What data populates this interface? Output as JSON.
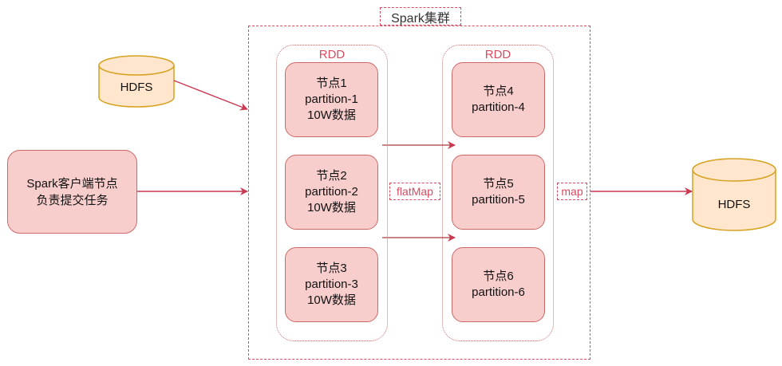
{
  "cluster": {
    "label": "Spark集群"
  },
  "sources": {
    "hdfs_in": "HDFS",
    "hdfs_out": "HDFS"
  },
  "client": {
    "line1": "Spark客户端节点",
    "line2": "负责提交任务"
  },
  "rdd_left": {
    "label": "RDD",
    "nodes": [
      {
        "line1": "节点1",
        "line2": "partition-1",
        "line3": "10W数据"
      },
      {
        "line1": "节点2",
        "line2": "partition-2",
        "line3": "10W数据"
      },
      {
        "line1": "节点3",
        "line2": "partition-3",
        "line3": "10W数据"
      }
    ]
  },
  "rdd_right": {
    "label": "RDD",
    "nodes": [
      {
        "line1": "节点4",
        "line2": "partition-4"
      },
      {
        "line1": "节点5",
        "line2": "partition-5"
      },
      {
        "line1": "节点6",
        "line2": "partition-6"
      }
    ]
  },
  "operations": {
    "first": "flatMap",
    "second": "map"
  },
  "colors": {
    "accent": "#d94b61",
    "node_fill": "#f8cecc",
    "node_stroke": "#c96a69",
    "cyl_fill": "#ffe6cc",
    "cyl_stroke": "#d6a11f"
  }
}
